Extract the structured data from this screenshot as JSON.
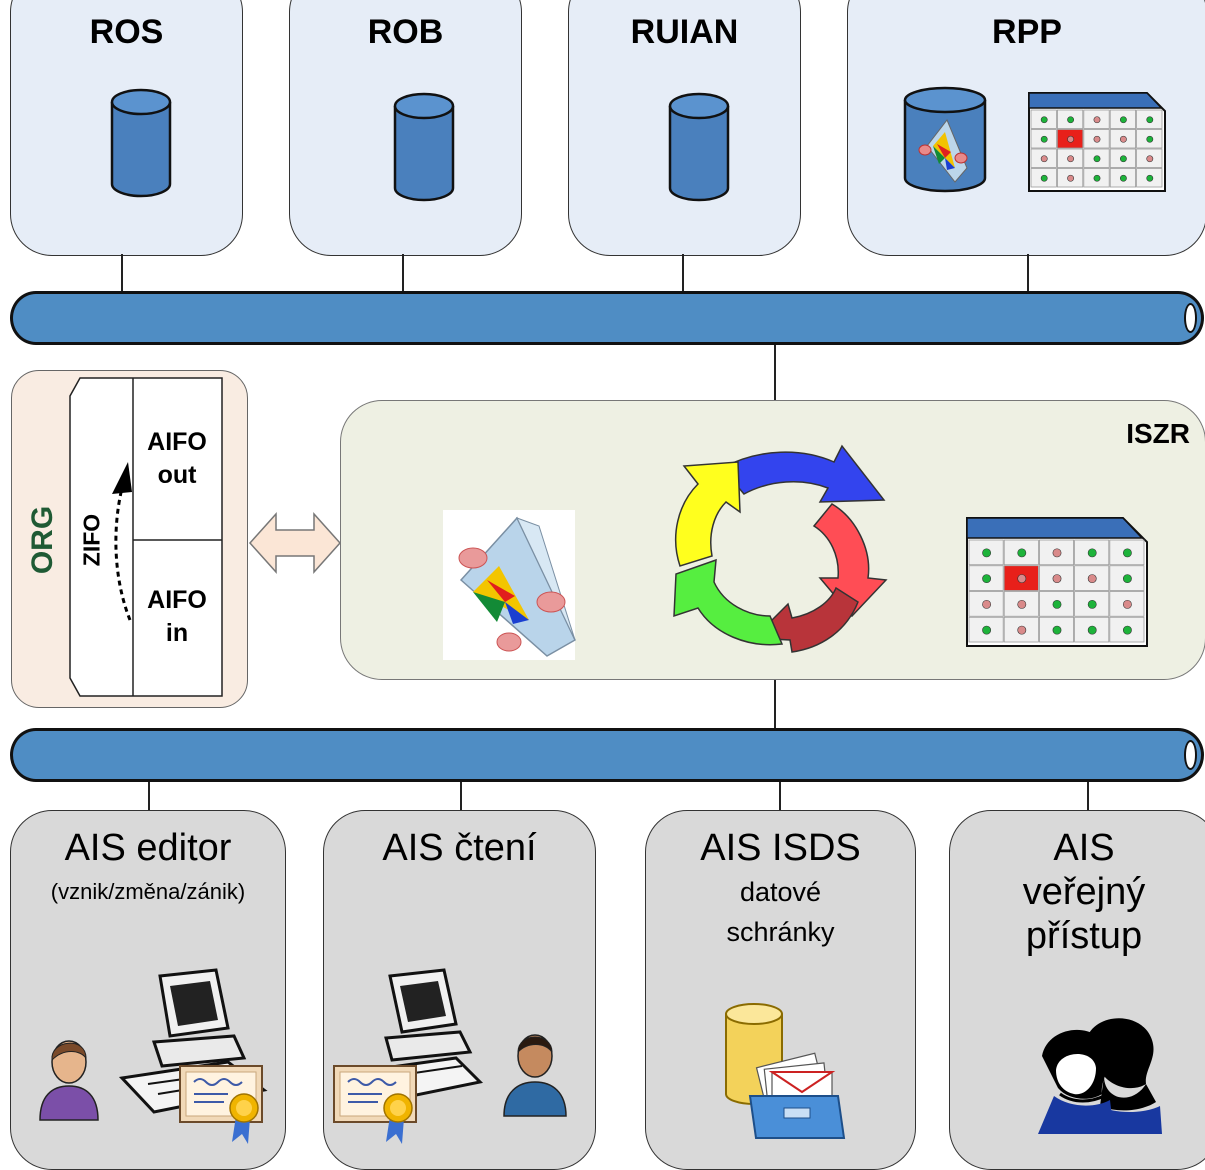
{
  "registries": [
    {
      "label": "ROS"
    },
    {
      "label": "ROB"
    },
    {
      "label": "RUIAN"
    },
    {
      "label": "RPP"
    }
  ],
  "org": {
    "label": "ORG",
    "zifo": "ZIFO",
    "aifo_out": [
      "AIFO",
      "out"
    ],
    "aifo_in": [
      "AIFO",
      "in"
    ]
  },
  "iszr": {
    "label": "ISZR"
  },
  "ais": [
    {
      "title": "AIS editor",
      "subtitle": "(vznik/změna/zánik)"
    },
    {
      "title": "AIS čtení"
    },
    {
      "title": "AIS ISDS",
      "subtitle_lines": [
        "datové",
        "schránky"
      ]
    },
    {
      "title_lines": [
        "AIS",
        "veřejný",
        "přístup"
      ]
    }
  ],
  "colors": {
    "registry_fill": "#e6edf7",
    "pipe": "#4f8dc4",
    "iszr_fill": "#eef0e3",
    "org_fill": "#f9ece2",
    "org_text": "#1f5a34",
    "ais_fill": "#d9d9d9"
  },
  "icons": {
    "registry_db": "database-cylinder-icon",
    "rpp_config": "configuration-prism-icon",
    "rpp_table": "status-table-icon",
    "iszr_cycle": "cycle-arrows-icon",
    "ais_editor": "person-workstation-certificate-icon",
    "ais_cteni": "workstation-certificate-person-icon",
    "ais_isds": "database-mailbox-icon",
    "ais_public": "people-silhouettes-icon"
  }
}
